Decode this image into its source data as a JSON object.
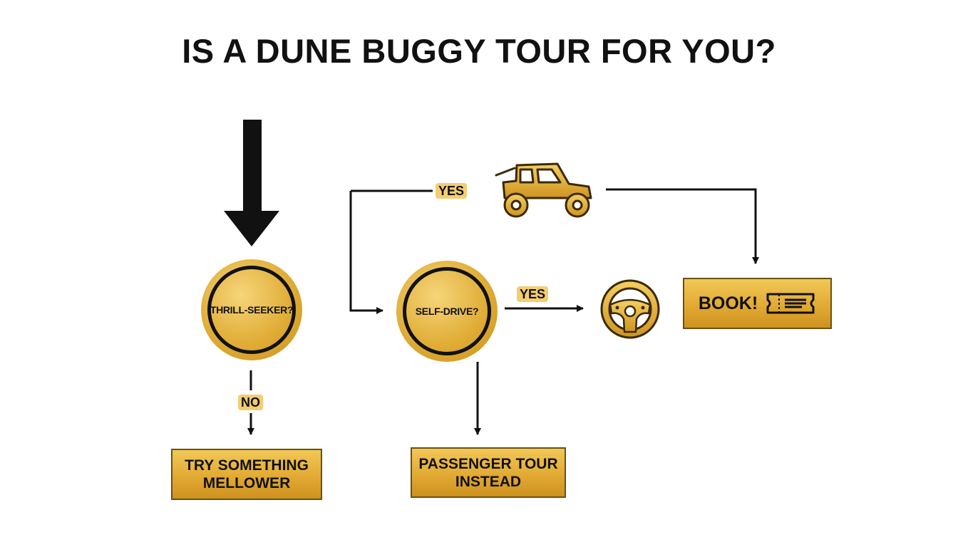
{
  "title": "IS A DUNE BUGGY TOUR FOR YOU?",
  "nodes": {
    "thrill_seeker": "THRILL-SEEKER?",
    "self_drive": "SELF-DRIVE?",
    "try_mellower_line1": "TRY SOMETHING",
    "try_mellower_line2": "MELLOWER",
    "passenger_line1": "PASSENGER TOUR",
    "passenger_line2": "INSTEAD",
    "book": "BOOK!"
  },
  "edge_labels": {
    "yes_top": "YES",
    "yes_right": "YES",
    "no": "NO"
  },
  "icons": [
    "dune-buggy-icon",
    "steering-wheel-icon",
    "ticket-icon"
  ],
  "colors": {
    "gold": "#e2aa33",
    "gold_light": "#f6d57a",
    "ink": "#111111",
    "background": "#ffffff"
  }
}
